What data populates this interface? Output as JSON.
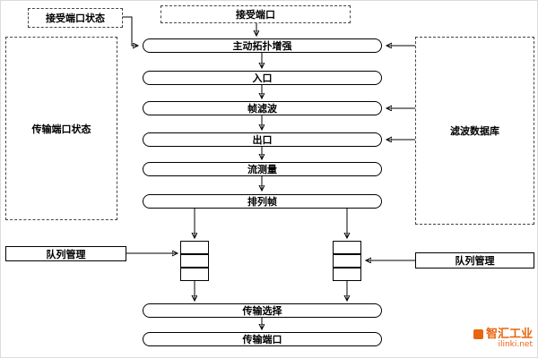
{
  "boxes": {
    "receive_port_status": "接受端口状态",
    "receive_port": "接受端口",
    "transmit_port_status": "传输端口状态",
    "filter_database": "滤波数据库",
    "pipeline": [
      "主动拓扑增强",
      "入口",
      "帧滤波",
      "出口",
      "流测量",
      "排列帧"
    ],
    "queue_management_left": "队列管理",
    "queue_management_right": "队列管理",
    "transmission_selection": "传输选择",
    "transmission_port": "传输端口"
  },
  "watermark": {
    "brand": "智汇工业",
    "site": "ilinki.net",
    "color": "#e8650f"
  },
  "colors": {
    "line": "#000000",
    "background": "#ffffff"
  }
}
